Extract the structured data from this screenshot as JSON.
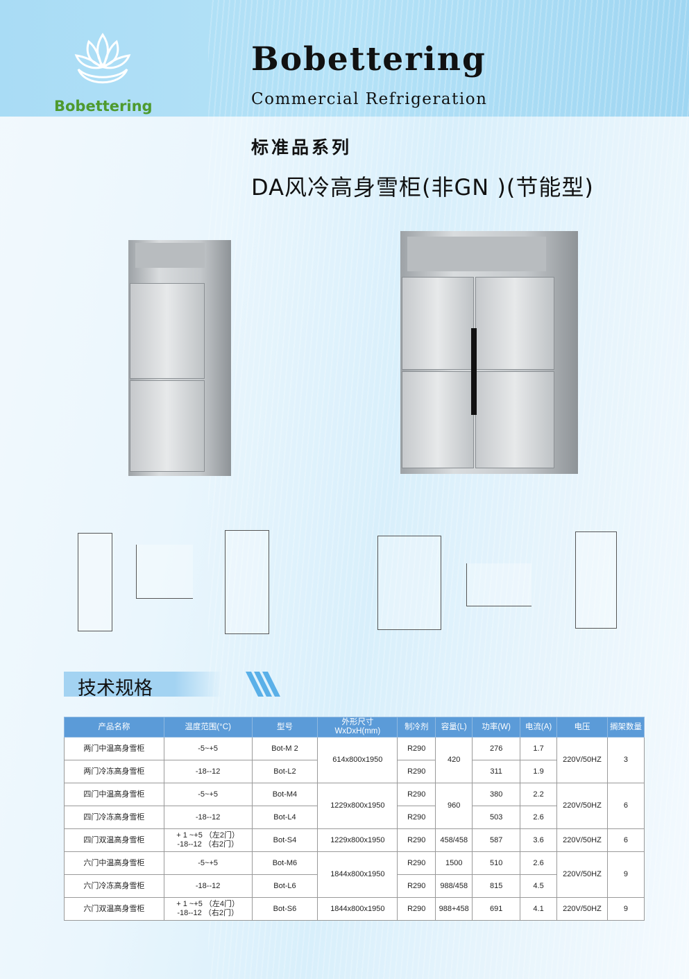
{
  "logo": {
    "text": "Bobettering"
  },
  "header": {
    "brand": "Bobettering",
    "subtitle": "Commercial Refrigeration",
    "series": "标准品系列",
    "product_title": "DA风冷高身雪柜(非GN )(节能型)"
  },
  "spec_section": {
    "title": "技术规格"
  },
  "table": {
    "headers": [
      "产品名称",
      "温度范围(°C)",
      "型号",
      "外形尺寸 WxDxH(mm)",
      "制冷剂",
      "容量(L)",
      "功率(W)",
      "电流(A)",
      "电压",
      "搁架数量"
    ],
    "rows": [
      {
        "name": "两门中温高身雪柜",
        "temp": "-5~+5",
        "model": "Bot-M 2",
        "size": "614x800x1950",
        "refrigerant": "R290",
        "capacity": "420",
        "power": "276",
        "current": "1.7",
        "voltage": "220V/50HZ",
        "shelves": "3"
      },
      {
        "name": "两门冷冻高身雪柜",
        "temp": "-18--12",
        "model": "Bot-L2",
        "refrigerant": "R290",
        "power": "311",
        "current": "1.9"
      },
      {
        "name": "四门中温高身雪柜",
        "temp": "-5~+5",
        "model": "Bot-M4",
        "size": "1229x800x1950",
        "refrigerant": "R290",
        "capacity": "960",
        "power": "380",
        "current": "2.2",
        "voltage": "220V/50HZ",
        "shelves": "6"
      },
      {
        "name": "四门冷冻高身雪柜",
        "temp": "-18--12",
        "model": "Bot-L4",
        "refrigerant": "R290",
        "power": "503",
        "current": "2.6"
      },
      {
        "name": "四门双温高身雪柜",
        "temp": "+ 1 ~+5 （左2门）",
        "temp2": "-18--12 （右2门）",
        "model": "Bot-S4",
        "size": "1229x800x1950",
        "refrigerant": "R290",
        "capacity": "458/458",
        "power": "587",
        "current": "3.6",
        "voltage": "220V/50HZ",
        "shelves": "6"
      },
      {
        "name": "六门中温高身雪柜",
        "temp": "-5~+5",
        "model": "Bot-M6",
        "size": "1844x800x1950",
        "refrigerant": "R290",
        "capacity": "1500",
        "power": "510",
        "current": "2.6",
        "voltage": "220V/50HZ",
        "shelves": "9"
      },
      {
        "name": "六门冷冻高身雪柜",
        "temp": "-18--12",
        "model": "Bot-L6",
        "refrigerant": "R290",
        "capacity": "988/458",
        "power": "815",
        "current": "4.5"
      },
      {
        "name": "六门双温高身雪柜",
        "temp": "+ 1 ~+5 （左4门）",
        "temp2": "-18--12 （右2门）",
        "model": "Bot-S6",
        "size": "1844x800x1950",
        "refrigerant": "R290",
        "capacity": "988+458",
        "power": "691",
        "current": "4.1",
        "voltage": "220V/50HZ",
        "shelves": "9"
      }
    ]
  }
}
